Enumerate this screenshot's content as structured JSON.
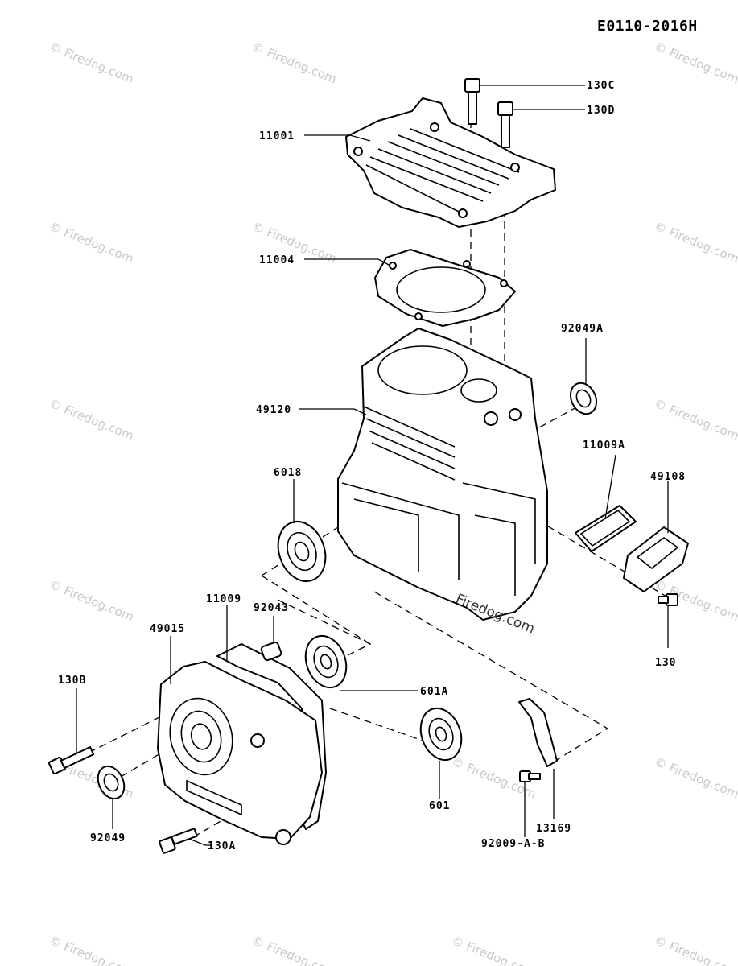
{
  "diagram_code": "E0110-2016H",
  "watermark": "© Firedog.com",
  "inline_watermark": "Firedog.com",
  "parts": [
    {
      "id": "130c",
      "label": "130C"
    },
    {
      "id": "130d",
      "label": "130D"
    },
    {
      "id": "11001",
      "label": "11001"
    },
    {
      "id": "11004",
      "label": "11004"
    },
    {
      "id": "92049a",
      "label": "92049A"
    },
    {
      "id": "49120",
      "label": "49120"
    },
    {
      "id": "11009a",
      "label": "11009A"
    },
    {
      "id": "49108",
      "label": "49108"
    },
    {
      "id": "6018",
      "label": "6018"
    },
    {
      "id": "130",
      "label": "130"
    },
    {
      "id": "11009",
      "label": "11009"
    },
    {
      "id": "92043",
      "label": "92043"
    },
    {
      "id": "49015",
      "label": "49015"
    },
    {
      "id": "601a",
      "label": "601A"
    },
    {
      "id": "130b",
      "label": "130B"
    },
    {
      "id": "601",
      "label": "601"
    },
    {
      "id": "13169",
      "label": "13169"
    },
    {
      "id": "92049",
      "label": "92049"
    },
    {
      "id": "130a",
      "label": "130A"
    },
    {
      "id": "92009ab",
      "label": "92009-A-B"
    }
  ]
}
